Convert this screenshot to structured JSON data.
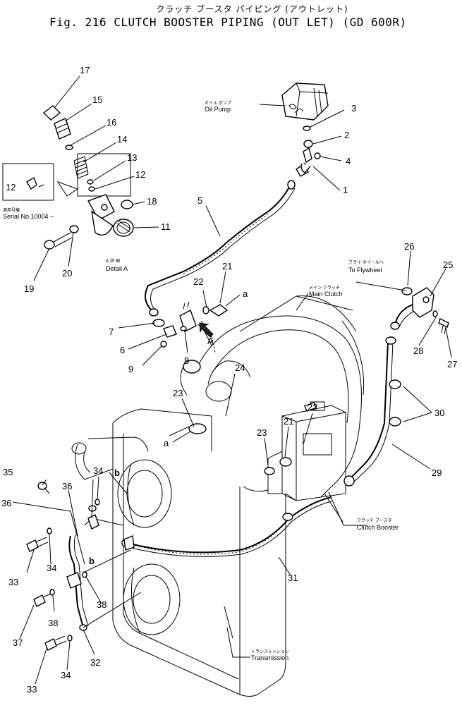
{
  "title": {
    "japanese": "クラッチ ブースタ パイピング (アウトレット)",
    "english": "Fig. 216 CLUTCH BOOSTER PIPING (OUT LET) (GD 600R)"
  },
  "labels": {
    "oil_pump_jp": "オイル ポンプ",
    "oil_pump": "Oil Pump",
    "main_clutch_jp": "メイン クラッチ",
    "main_clutch": "Main Clutch",
    "to_flywheel_jp": "フライ ホイールへ",
    "to_flywheel": "To Flywheel",
    "clutch_booster_jp": "クラッチ ブースタ",
    "clutch_booster": "Clutch Booster",
    "transmission_jp": "トランスミッション",
    "transmission": "Transmission",
    "serial_jp": "適用号機",
    "serial": "Serial No.10004 ~",
    "detail_a_jp": "A 詳 細",
    "detail_a": "Detail A",
    "ref_a1": "a",
    "ref_a2": "a",
    "ref_b1": "b",
    "ref_b2": "b",
    "arrow_a": "A"
  },
  "callouts": [
    "17",
    "15",
    "16",
    "14",
    "13",
    "12",
    "12",
    "18",
    "11",
    "19",
    "20",
    "3",
    "2",
    "4",
    "1",
    "5",
    "21",
    "22",
    "7",
    "6",
    "9",
    "8",
    "24",
    "23",
    "23",
    "21",
    "22",
    "26",
    "25",
    "28",
    "27",
    "30",
    "29",
    "35",
    "36",
    "36",
    "34",
    "33",
    "34",
    "38",
    "38",
    "37",
    "32",
    "34",
    "33",
    "31"
  ]
}
